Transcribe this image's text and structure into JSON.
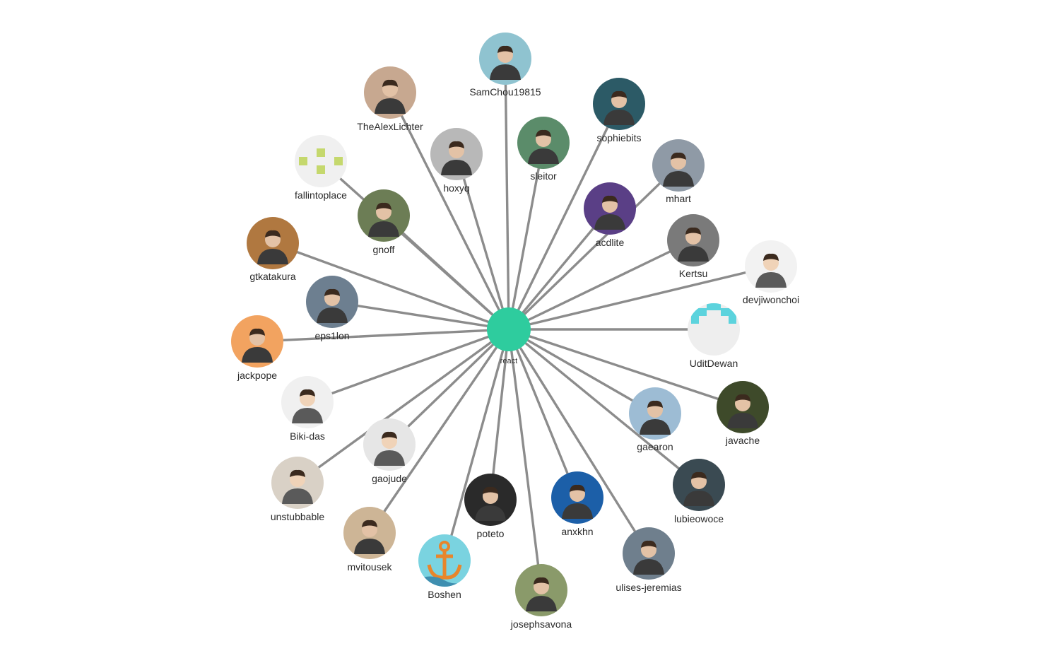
{
  "graph": {
    "center": {
      "label": "react",
      "color": "#2ecc9e"
    },
    "edge_color": "#8c8c8c",
    "contributors": [
      {
        "login": "SamChou19815",
        "avatar_color": "#8fc3d0",
        "icon": "person-avatar-icon"
      },
      {
        "login": "TheAlexLichter",
        "avatar_color": "#c7a890",
        "icon": "person-avatar-icon"
      },
      {
        "login": "hoxyq",
        "avatar_color": "#b8b8b8",
        "icon": "person-avatar-icon"
      },
      {
        "login": "sleitor",
        "avatar_color": "#5b8c6a",
        "icon": "person-avatar-icon"
      },
      {
        "login": "sophiebits",
        "avatar_color": "#2c5a66",
        "icon": "person-avatar-icon"
      },
      {
        "login": "fallintoplace",
        "avatar_color": "#f0f0f0",
        "icon": "identicon-icon",
        "accent": "#c5d86d"
      },
      {
        "login": "mhart",
        "avatar_color": "#8f9aa6",
        "icon": "person-avatar-icon"
      },
      {
        "login": "gnoff",
        "avatar_color": "#6c7d55",
        "icon": "person-avatar-icon"
      },
      {
        "login": "acdlite",
        "avatar_color": "#5a3f86",
        "icon": "person-avatar-icon"
      },
      {
        "login": "gtkatakura",
        "avatar_color": "#b07840",
        "icon": "person-avatar-icon"
      },
      {
        "login": "Kertsu",
        "avatar_color": "#7a7a7a",
        "icon": "person-avatar-icon"
      },
      {
        "login": "devjiwonchoi",
        "avatar_color": "#f2f2f2",
        "icon": "person-avatar-icon"
      },
      {
        "login": "eps1lon",
        "avatar_color": "#6d7f90",
        "icon": "person-avatar-icon"
      },
      {
        "login": "jackpope",
        "avatar_color": "#f2a360",
        "icon": "person-avatar-icon"
      },
      {
        "login": "UditDewan",
        "avatar_color": "#eeeeee",
        "icon": "identicon-icon",
        "accent": "#5cd3dd"
      },
      {
        "login": "Biki-das",
        "avatar_color": "#f0f0f0",
        "icon": "person-avatar-icon"
      },
      {
        "login": "javache",
        "avatar_color": "#3e4a2a",
        "icon": "person-avatar-icon"
      },
      {
        "login": "gaearon",
        "avatar_color": "#9dbcd4",
        "icon": "person-avatar-icon"
      },
      {
        "login": "gaojude",
        "avatar_color": "#e6e6e6",
        "icon": "person-avatar-icon"
      },
      {
        "login": "unstubbable",
        "avatar_color": "#d9d1c6",
        "icon": "person-avatar-icon"
      },
      {
        "login": "lubieowoce",
        "avatar_color": "#3a4a52",
        "icon": "person-avatar-icon"
      },
      {
        "login": "mvitousek",
        "avatar_color": "#cdb596",
        "icon": "person-avatar-icon"
      },
      {
        "login": "poteto",
        "avatar_color": "#2a2a2a",
        "icon": "person-avatar-icon"
      },
      {
        "login": "anxkhn",
        "avatar_color": "#1c5fa8",
        "icon": "person-avatar-icon"
      },
      {
        "login": "Boshen",
        "avatar_color": "#7ad3e0",
        "icon": "anchor-icon",
        "accent": "#e8862b"
      },
      {
        "login": "ulises-jeremias",
        "avatar_color": "#6f7f8d",
        "icon": "person-avatar-icon"
      },
      {
        "login": "josephsavona",
        "avatar_color": "#8a9a6a",
        "icon": "person-avatar-icon"
      }
    ]
  }
}
